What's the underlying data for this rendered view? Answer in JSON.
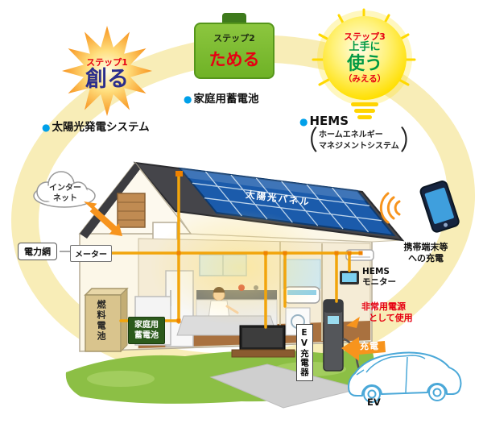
{
  "steps": {
    "step1": {
      "label": "ステップ1",
      "title": "創る"
    },
    "step2": {
      "label": "ステップ2",
      "title": "ためる"
    },
    "step3": {
      "label": "ステップ3",
      "line1": "上手に",
      "line2": "使う",
      "line3": "（みえる）"
    }
  },
  "features": {
    "bullet": "●",
    "solar": "太陽光発電システム",
    "battery": "家庭用蓄電池",
    "hems": "HEMS",
    "hems_paren_open": "（",
    "hems_sub1": "ホームエネルギー",
    "hems_sub2": "マネジメントシステム",
    "hems_paren_close": "）"
  },
  "callouts": {
    "internet_line1": "インター",
    "internet_line2": "ネット",
    "power_grid": "電力網",
    "meter": "メーター",
    "fuel_cell": "燃料電池",
    "home_battery_line1": "家庭用",
    "home_battery_line2": "蓄電池",
    "solar_panel": "太陽光パネル",
    "hems_monitor_line1": "HEMS",
    "hems_monitor_line2": "モニター",
    "ev_charger": "EV充電器",
    "charge": "充電",
    "emergency_line1": "非常用電源",
    "emergency_line2": "として使用",
    "mobile_line1": "携帯端末等",
    "mobile_line2": "への充電",
    "ev": "EV"
  },
  "colors": {
    "step_red": "#e60012",
    "step_blue": "#2b2e8c",
    "step_green": "#009944",
    "battery_green": "#7cb82f",
    "bulb_yellow": "#ffe100",
    "sun_orange": "#f7931e",
    "bullet_cyan": "#00a0e9",
    "wire_yellow": "#f2a50c",
    "panel_blue": "#1b5bab",
    "ring_yellow": "#f8edb7"
  }
}
